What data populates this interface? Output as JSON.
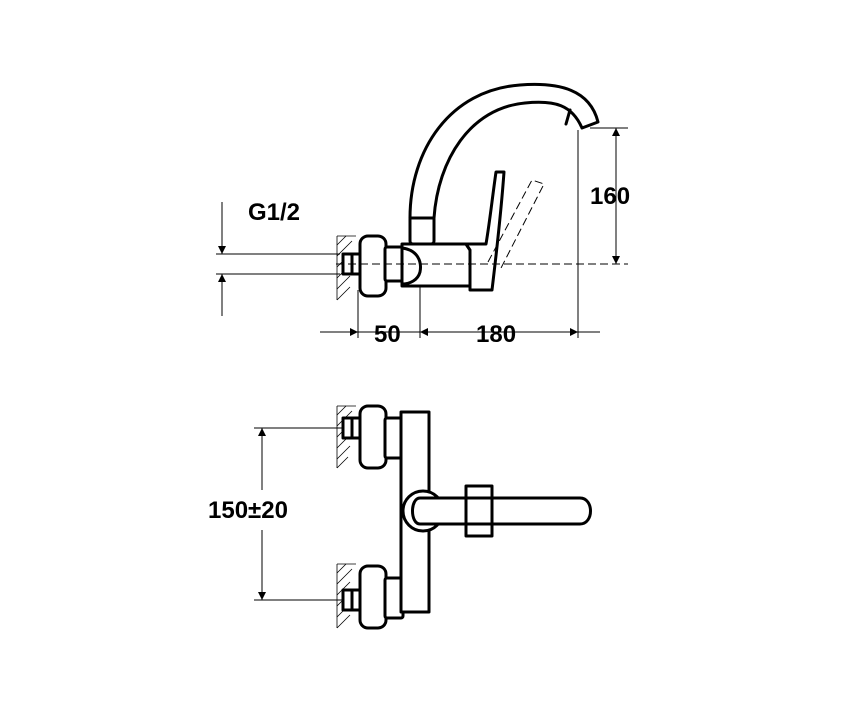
{
  "dimensions": {
    "thread": "G1/2",
    "height": "160",
    "offset": "50",
    "reach": "180",
    "center_distance": "150±20"
  }
}
